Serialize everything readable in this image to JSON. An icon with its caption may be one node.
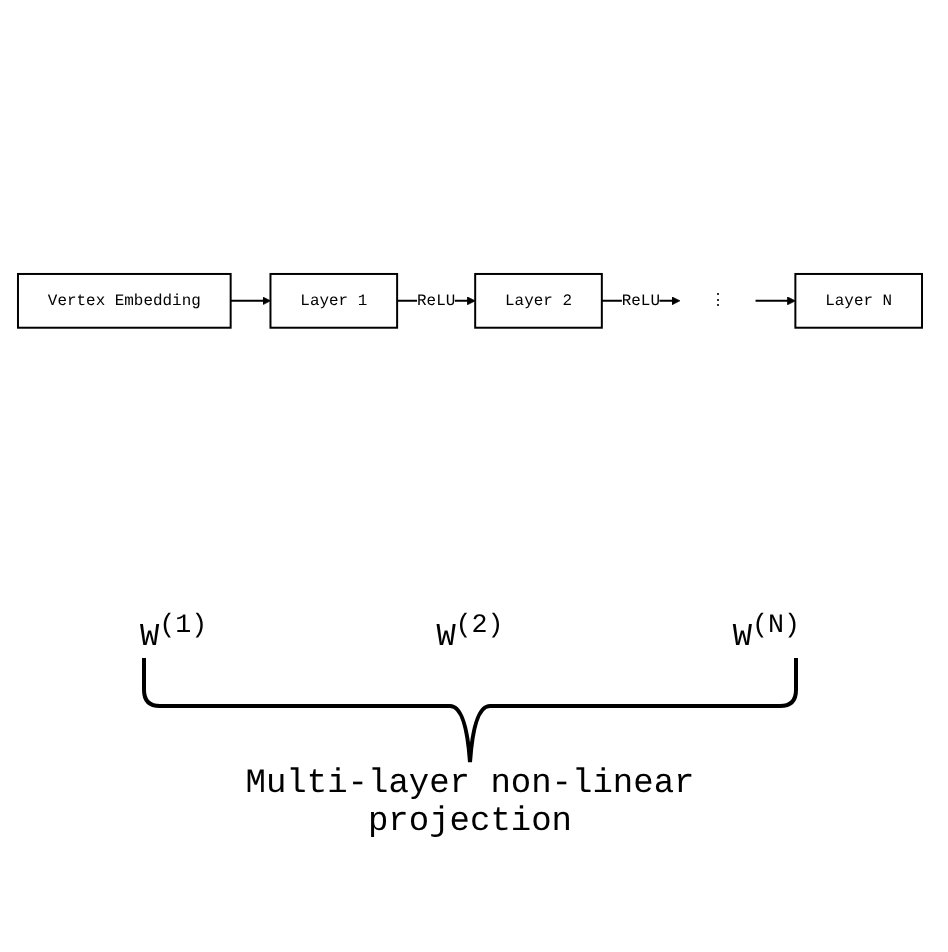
{
  "diagram": {
    "nodes": [
      {
        "text": [
          "Vertex Embedding"
        ]
      },
      {
        "text": [
          "Layer 1"
        ]
      },
      {
        "text": [
          "Layer 2"
        ]
      },
      {
        "text": [
          "⋮"
        ]
      },
      {
        "text": [
          "Layer N"
        ]
      }
    ],
    "edges": [
      {
        "from": 0,
        "to": 1,
        "arrow": "to"
      },
      {
        "from": 1,
        "to": 2,
        "arrow": "to",
        "label": "ReLU"
      },
      {
        "from": 2,
        "to": 3,
        "arrow": "to",
        "label": "ReLU"
      },
      {
        "from": 3,
        "to": 4,
        "arrow": "to"
      }
    ],
    "labels": [
      "W$^{(1)}$",
      "W$^{(2)}$",
      "W$^{(N)}$",
      "Multi-layer non-linear projection"
    ]
  }
}
